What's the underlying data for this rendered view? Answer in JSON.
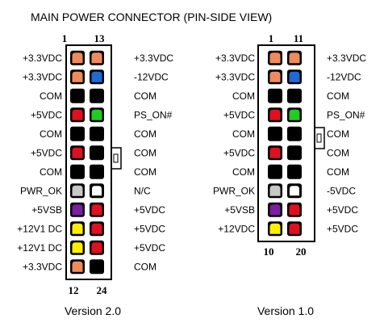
{
  "title": "MAIN POWER CONNECTOR  (PIN-SIDE VIEW)",
  "colors": {
    "orange": "#f08a5d",
    "blue": "#1e6ad8",
    "black": "#000000",
    "red": "#e01020",
    "green": "#22cc22",
    "gray": "#c8c8c8",
    "white": "#ffffff",
    "purple": "#7a1fa0",
    "yellow": "#ffee00"
  },
  "v2": {
    "label": "Version 2.0",
    "top_left_num": "1",
    "top_right_num": "13",
    "bottom_left_num": "12",
    "bottom_right_num": "24",
    "rows": [
      {
        "left": "+3.3VDC",
        "right": "+3.3VDC",
        "lc": "orange",
        "rc": "orange"
      },
      {
        "left": "+3.3VDC",
        "right": "-12VDC",
        "lc": "orange",
        "rc": "blue"
      },
      {
        "left": "COM",
        "right": "COM",
        "lc": "black",
        "rc": "black"
      },
      {
        "left": "+5VDC",
        "right": "PS_ON#",
        "lc": "red",
        "rc": "green"
      },
      {
        "left": "COM",
        "right": "COM",
        "lc": "black",
        "rc": "black"
      },
      {
        "left": "+5VDC",
        "right": "COM",
        "lc": "red",
        "rc": "black"
      },
      {
        "left": "COM",
        "right": "COM",
        "lc": "black",
        "rc": "black"
      },
      {
        "left": "PWR_OK",
        "right": "N/C",
        "lc": "gray",
        "rc": "white"
      },
      {
        "left": "+5VSB",
        "right": "+5VDC",
        "lc": "purple",
        "rc": "red"
      },
      {
        "left": "+12V1 DC",
        "right": "+5VDC",
        "lc": "yellow",
        "rc": "red"
      },
      {
        "left": "+12V1 DC",
        "right": "+5VDC",
        "lc": "yellow",
        "rc": "red"
      },
      {
        "left": "+3.3VDC",
        "right": "COM",
        "lc": "orange",
        "rc": "black"
      }
    ]
  },
  "v1": {
    "label": "Version 1.0",
    "top_left_num": "1",
    "top_right_num": "11",
    "bottom_left_num": "10",
    "bottom_right_num": "20",
    "rows": [
      {
        "left": "+3.3VDC",
        "right": "+3.3VDC",
        "lc": "orange",
        "rc": "orange"
      },
      {
        "left": "+3.3VDC",
        "right": "-12VDC",
        "lc": "orange",
        "rc": "blue"
      },
      {
        "left": "COM",
        "right": "COM",
        "lc": "black",
        "rc": "black"
      },
      {
        "left": "+5VDC",
        "right": "PS_ON#",
        "lc": "red",
        "rc": "green"
      },
      {
        "left": "COM",
        "right": "COM",
        "lc": "black",
        "rc": "black"
      },
      {
        "left": "+5VDC",
        "right": "COM",
        "lc": "red",
        "rc": "black"
      },
      {
        "left": "COM",
        "right": "COM",
        "lc": "black",
        "rc": "black"
      },
      {
        "left": "PWR_OK",
        "right": "-5VDC",
        "lc": "gray",
        "rc": "white"
      },
      {
        "left": "+5VSB",
        "right": "+5VDC",
        "lc": "purple",
        "rc": "red"
      },
      {
        "left": "+12VDC",
        "right": "+5VDC",
        "lc": "yellow",
        "rc": "red"
      }
    ]
  }
}
